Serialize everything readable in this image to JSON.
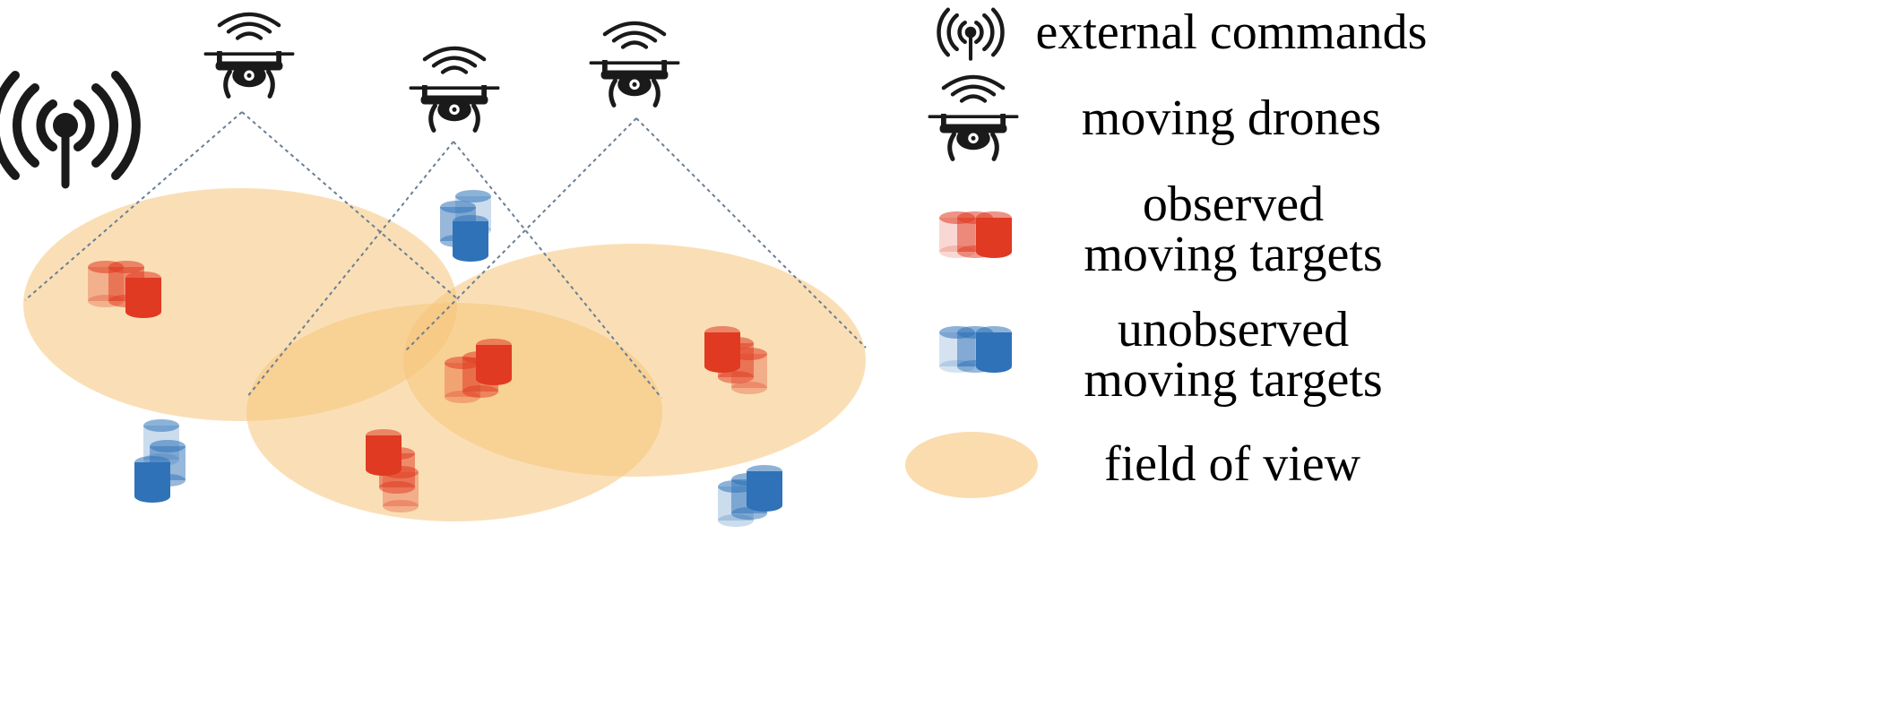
{
  "colors": {
    "fov": "#f6c47a",
    "observed": "#e03a22",
    "unobserved": "#2f72b8",
    "icon": "#1a1a1a",
    "dash": "#6a7f95"
  },
  "legend": {
    "external_commands": "external commands",
    "moving_drones": "moving drones",
    "observed_line1": "observed",
    "observed_line2": "moving targets",
    "unobserved_line1": "unobserved",
    "unobserved_line2": "moving targets",
    "field_of_view": "field of view"
  },
  "icons": [
    "antenna-icon",
    "drone-icon",
    "target-cylinder-icon"
  ]
}
